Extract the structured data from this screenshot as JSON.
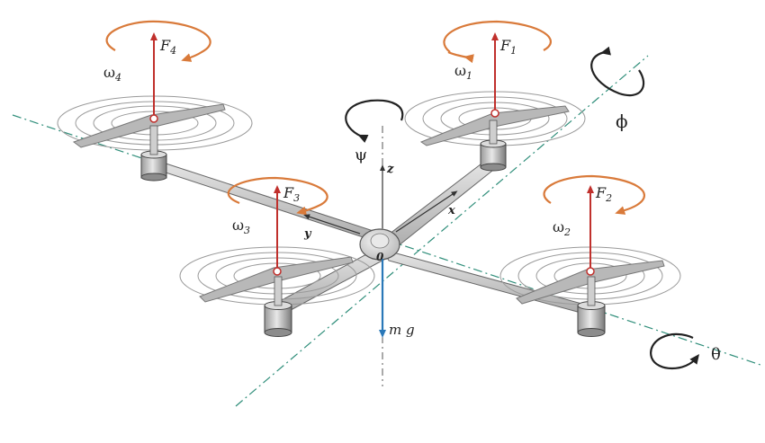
{
  "diagram": {
    "title": "",
    "labels": {
      "F1": "F",
      "F1_sub": "1",
      "F2": "F",
      "F2_sub": "2",
      "F3": "F",
      "F3_sub": "3",
      "F4": "F",
      "F4_sub": "4",
      "w1": "ω",
      "w1_sub": "1",
      "w2": "ω",
      "w2_sub": "2",
      "w3": "ω",
      "w3_sub": "3",
      "w4": "ω",
      "w4_sub": "4",
      "psi": "ψ",
      "phi": "ϕ",
      "theta": "θ",
      "z": "z",
      "x": "x",
      "y": "y",
      "origin": "0",
      "mg": "m g"
    },
    "colors": {
      "thrust": "#c0302c",
      "rotation": "#d97a3a",
      "gravity": "#2a78b8",
      "axis": "#2f8e7a",
      "frame": "#c9c9c9",
      "dark": "#333333"
    }
  }
}
